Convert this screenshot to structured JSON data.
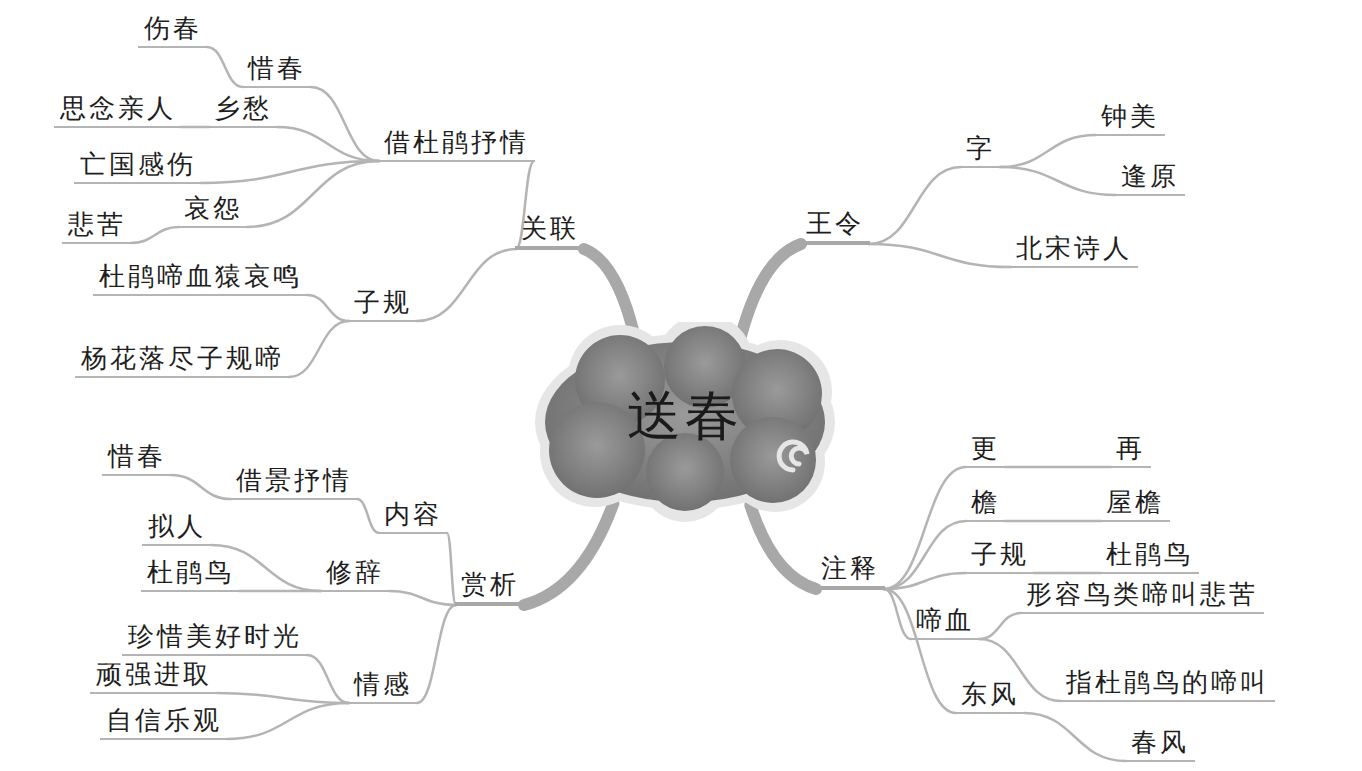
{
  "diagram": {
    "nodes": [
      {
        "text": [
          "送春"
        ]
      },
      {
        "text": [
          "王令"
        ]
      },
      {
        "text": [
          "字"
        ]
      },
      {
        "text": [
          "钟美"
        ]
      },
      {
        "text": [
          "逢原"
        ]
      },
      {
        "text": [
          "北宋诗人"
        ]
      },
      {
        "text": [
          "注释"
        ]
      },
      {
        "text": [
          "更"
        ]
      },
      {
        "text": [
          "再"
        ]
      },
      {
        "text": [
          "檐"
        ]
      },
      {
        "text": [
          "屋檐"
        ]
      },
      {
        "text": [
          "子规"
        ]
      },
      {
        "text": [
          "杜鹃鸟"
        ]
      },
      {
        "text": [
          "啼血"
        ]
      },
      {
        "text": [
          "形容鸟类啼叫悲苦"
        ]
      },
      {
        "text": [
          "指杜鹃鸟的啼叫"
        ]
      },
      {
        "text": [
          "东风"
        ]
      },
      {
        "text": [
          "春风"
        ]
      },
      {
        "text": [
          "赏析"
        ]
      },
      {
        "text": [
          "内容"
        ]
      },
      {
        "text": [
          "借景抒情"
        ]
      },
      {
        "text": [
          "惜春"
        ]
      },
      {
        "text": [
          "修辞"
        ]
      },
      {
        "text": [
          "拟人"
        ]
      },
      {
        "text": [
          "杜鹃鸟"
        ]
      },
      {
        "text": [
          "情感"
        ]
      },
      {
        "text": [
          "珍惜美好时光"
        ]
      },
      {
        "text": [
          "顽强进取"
        ]
      },
      {
        "text": [
          "自信乐观"
        ]
      },
      {
        "text": [
          "关联"
        ]
      },
      {
        "text": [
          "借杜鹃抒情"
        ]
      },
      {
        "text": [
          "惜春"
        ]
      },
      {
        "text": [
          "伤春"
        ]
      },
      {
        "text": [
          "乡愁"
        ]
      },
      {
        "text": [
          "思念亲人"
        ]
      },
      {
        "text": [
          "亡国感伤"
        ]
      },
      {
        "text": [
          "哀怨"
        ]
      },
      {
        "text": [
          "悲苦"
        ]
      },
      {
        "text": [
          "子规"
        ]
      },
      {
        "text": [
          "杜鹃啼血猿哀鸣"
        ]
      },
      {
        "text": [
          "杨花落尽子规啼"
        ]
      }
    ],
    "edges": [
      {
        "from": 0,
        "to": 1,
        "arrow": "none"
      },
      {
        "from": 1,
        "to": 2,
        "arrow": "none"
      },
      {
        "from": 2,
        "to": 3,
        "arrow": "none"
      },
      {
        "from": 2,
        "to": 4,
        "arrow": "none"
      },
      {
        "from": 1,
        "to": 5,
        "arrow": "none"
      },
      {
        "from": 0,
        "to": 6,
        "arrow": "none"
      },
      {
        "from": 6,
        "to": 7,
        "arrow": "none"
      },
      {
        "from": 7,
        "to": 8,
        "arrow": "none"
      },
      {
        "from": 6,
        "to": 9,
        "arrow": "none"
      },
      {
        "from": 9,
        "to": 10,
        "arrow": "none"
      },
      {
        "from": 6,
        "to": 11,
        "arrow": "none"
      },
      {
        "from": 11,
        "to": 12,
        "arrow": "none"
      },
      {
        "from": 6,
        "to": 13,
        "arrow": "none"
      },
      {
        "from": 13,
        "to": 14,
        "arrow": "none"
      },
      {
        "from": 13,
        "to": 15,
        "arrow": "none"
      },
      {
        "from": 6,
        "to": 16,
        "arrow": "none"
      },
      {
        "from": 16,
        "to": 17,
        "arrow": "none"
      },
      {
        "from": 0,
        "to": 18,
        "arrow": "none"
      },
      {
        "from": 18,
        "to": 19,
        "arrow": "none"
      },
      {
        "from": 19,
        "to": 20,
        "arrow": "none"
      },
      {
        "from": 20,
        "to": 21,
        "arrow": "none"
      },
      {
        "from": 18,
        "to": 22,
        "arrow": "none"
      },
      {
        "from": 22,
        "to": 23,
        "arrow": "none"
      },
      {
        "from": 22,
        "to": 24,
        "arrow": "none"
      },
      {
        "from": 18,
        "to": 25,
        "arrow": "none"
      },
      {
        "from": 25,
        "to": 26,
        "arrow": "none"
      },
      {
        "from": 25,
        "to": 27,
        "arrow": "none"
      },
      {
        "from": 25,
        "to": 28,
        "arrow": "none"
      },
      {
        "from": 0,
        "to": 29,
        "arrow": "none"
      },
      {
        "from": 29,
        "to": 30,
        "arrow": "none"
      },
      {
        "from": 30,
        "to": 31,
        "arrow": "none"
      },
      {
        "from": 31,
        "to": 32,
        "arrow": "none"
      },
      {
        "from": 30,
        "to": 33,
        "arrow": "none"
      },
      {
        "from": 33,
        "to": 34,
        "arrow": "none"
      },
      {
        "from": 30,
        "to": 35,
        "arrow": "none"
      },
      {
        "from": 30,
        "to": 36,
        "arrow": "none"
      },
      {
        "from": 36,
        "to": 37,
        "arrow": "none"
      },
      {
        "from": 29,
        "to": 38,
        "arrow": "none"
      },
      {
        "from": 38,
        "to": 39,
        "arrow": "none"
      },
      {
        "from": 38,
        "to": 40,
        "arrow": "none"
      }
    ]
  }
}
